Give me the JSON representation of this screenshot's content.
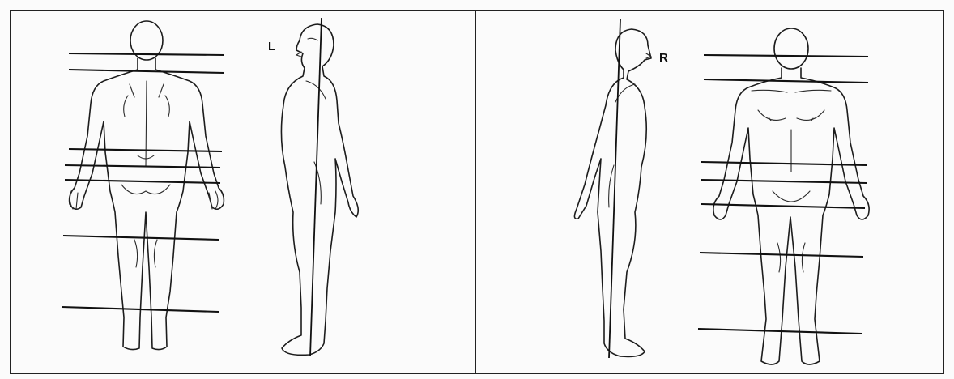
{
  "panels": {
    "left": {
      "side_label": "L"
    },
    "right": {
      "side_label": "R"
    }
  },
  "figures": {
    "posterior": {
      "reference_lines": 7
    },
    "left_lateral": {
      "plumb_line": true
    },
    "right_lateral": {
      "plumb_line": true
    },
    "anterior": {
      "reference_lines": 7
    }
  },
  "colors": {
    "ink": "#1c1c1c",
    "paper": "#fbfbfb"
  }
}
